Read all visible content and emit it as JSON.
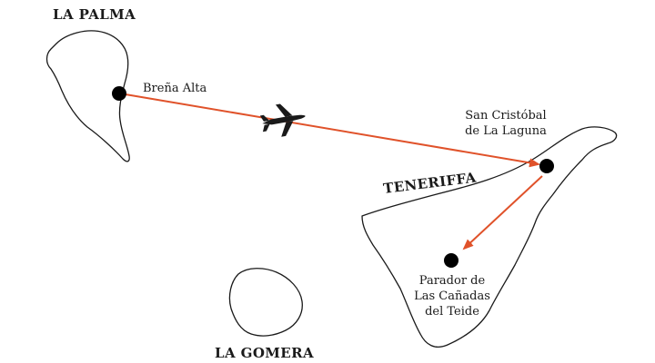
{
  "islands": {
    "la_palma": "LA PALMA",
    "tenerife": "TENERIFFA",
    "la_gomera": "LA GOMERA"
  },
  "places": {
    "brena_alta": "Breña Alta",
    "san_cristobal_line1": "San Cristóbal",
    "san_cristobal_line2": "de La Laguna",
    "parador_line1": "Parador de",
    "parador_line2": "Las Cañadas",
    "parador_line3": "del Teide"
  },
  "colors": {
    "route": "#e0522a",
    "coast": "#1a1a1a",
    "marker": "#000000"
  },
  "icons": {
    "transport": "airplane-icon"
  }
}
